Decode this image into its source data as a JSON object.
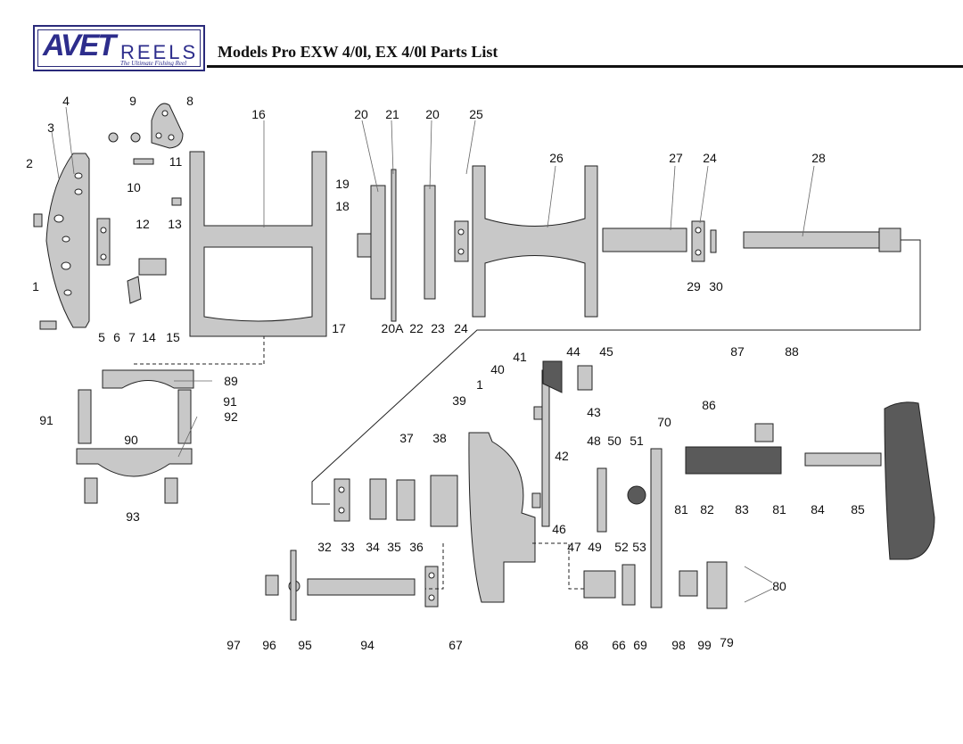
{
  "logo": {
    "brand": "AVET",
    "word": "REELS",
    "tagline": "The Ultimate Fishing Reel"
  },
  "title": "Models  Pro EXW 4/0l, EX 4/0l Parts List",
  "colors": {
    "part_fill": "#c8c8c8",
    "dark_part": "#5a5a5a",
    "line": "#222222",
    "logo_blue": "#2d2d8c"
  },
  "part_labels": [
    "4",
    "9",
    "8",
    "3",
    "2",
    "11",
    "10",
    "12",
    "13",
    "1",
    "5",
    "6",
    "7",
    "14",
    "15",
    "16",
    "20",
    "21",
    "20",
    "25",
    "19",
    "18",
    "17",
    "20A",
    "22",
    "23",
    "24",
    "26",
    "27",
    "24",
    "28",
    "29",
    "30",
    "89",
    "91",
    "91",
    "92",
    "90",
    "93",
    "41",
    "44",
    "45",
    "40",
    "1",
    "43",
    "39",
    "37",
    "38",
    "42",
    "48",
    "50",
    "51",
    "70",
    "46",
    "32",
    "33",
    "34",
    "35",
    "36",
    "47",
    "49",
    "52",
    "53",
    "87",
    "88",
    "86",
    "81",
    "82",
    "83",
    "81",
    "84",
    "85",
    "80",
    "97",
    "96",
    "95",
    "94",
    "67",
    "68",
    "66",
    "69",
    "98",
    "99",
    "79"
  ]
}
